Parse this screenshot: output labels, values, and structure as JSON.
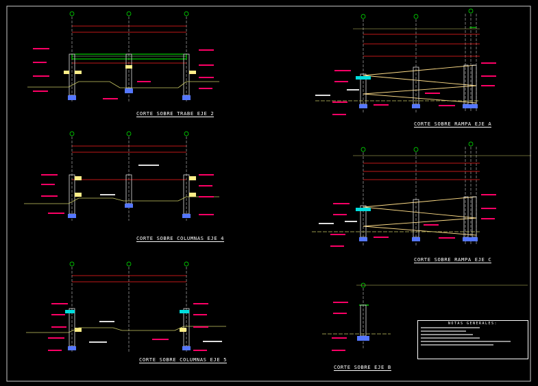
{
  "titles": {
    "trabe2": "CORTE SOBRE TRABE EJE 2",
    "columnas4": "CORTE SOBRE COLUMNAS EJE 4",
    "columnas5": "CORTE SOBRE COLUMNAS EJE 5",
    "rampaA": "CORTE SOBRE RAMPA EJE A",
    "rampaC": "CORTE SOBRE RAMPA EJE C",
    "ejeB": "CORTE SOBRE EJE B"
  },
  "notes": {
    "title": "NOTAS GENERALES:"
  },
  "colors": {
    "background": "#000000",
    "axis": "#00ff00",
    "dimension": "#ff0000",
    "level_text": "#ff0066",
    "column": "#e0e0e0",
    "ground": "#cccc66",
    "footing": "#5577ff",
    "beam": "#00ff00",
    "ramp": "#ffdd88",
    "title": "#ffffff",
    "frame": "#cccccc"
  }
}
